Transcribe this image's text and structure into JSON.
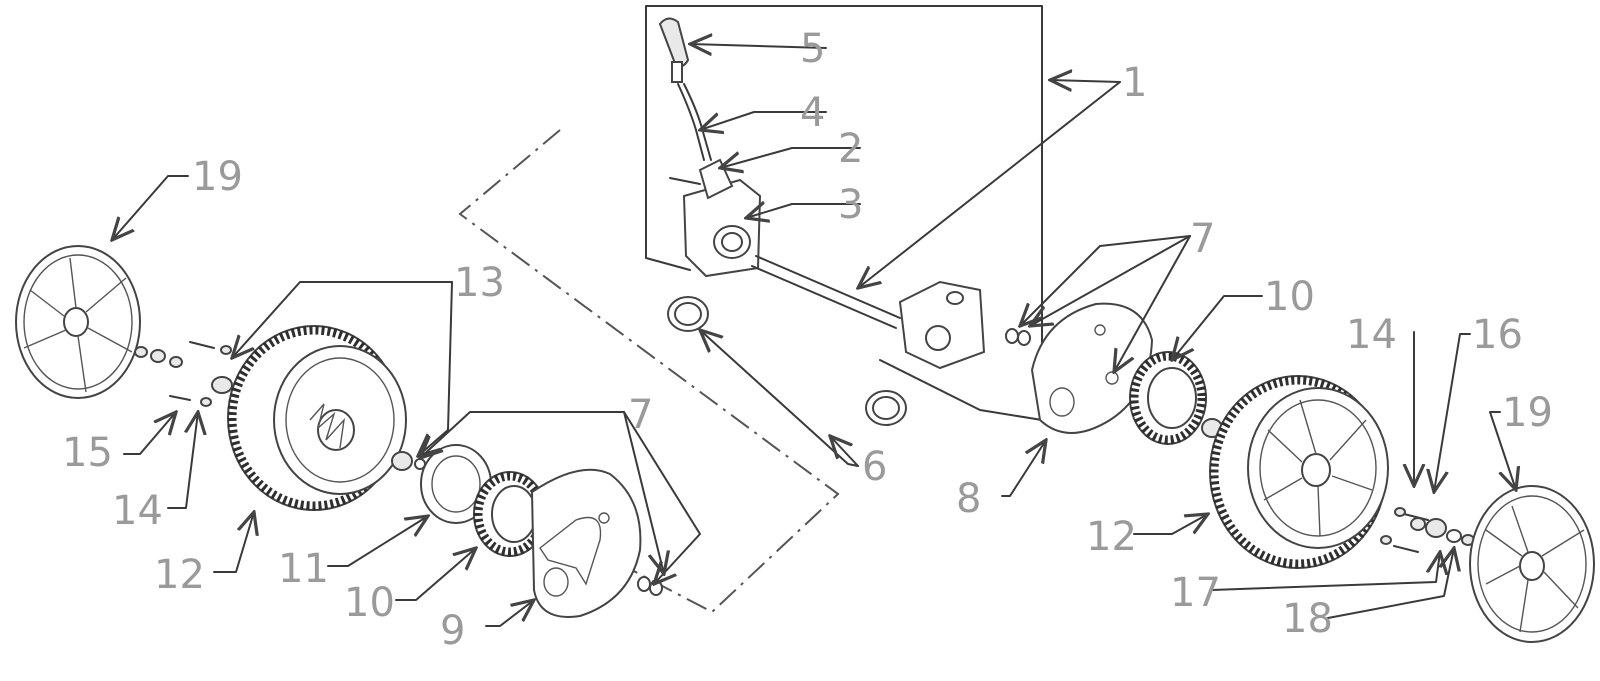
{
  "callouts": {
    "c1": "1",
    "c2": "2",
    "c3": "3",
    "c4": "4",
    "c5": "5",
    "c6": "6",
    "c7_left": "7",
    "c7_right": "7",
    "c8": "8",
    "c9": "9",
    "c10_left": "10",
    "c10_right": "10",
    "c11": "11",
    "c12_left": "12",
    "c12_right": "12",
    "c13": "13",
    "c14_left": "14",
    "c14_right": "14",
    "c15": "15",
    "c16": "16",
    "c17": "17",
    "c18": "18",
    "c19_left": "19",
    "c19_right": "19"
  }
}
